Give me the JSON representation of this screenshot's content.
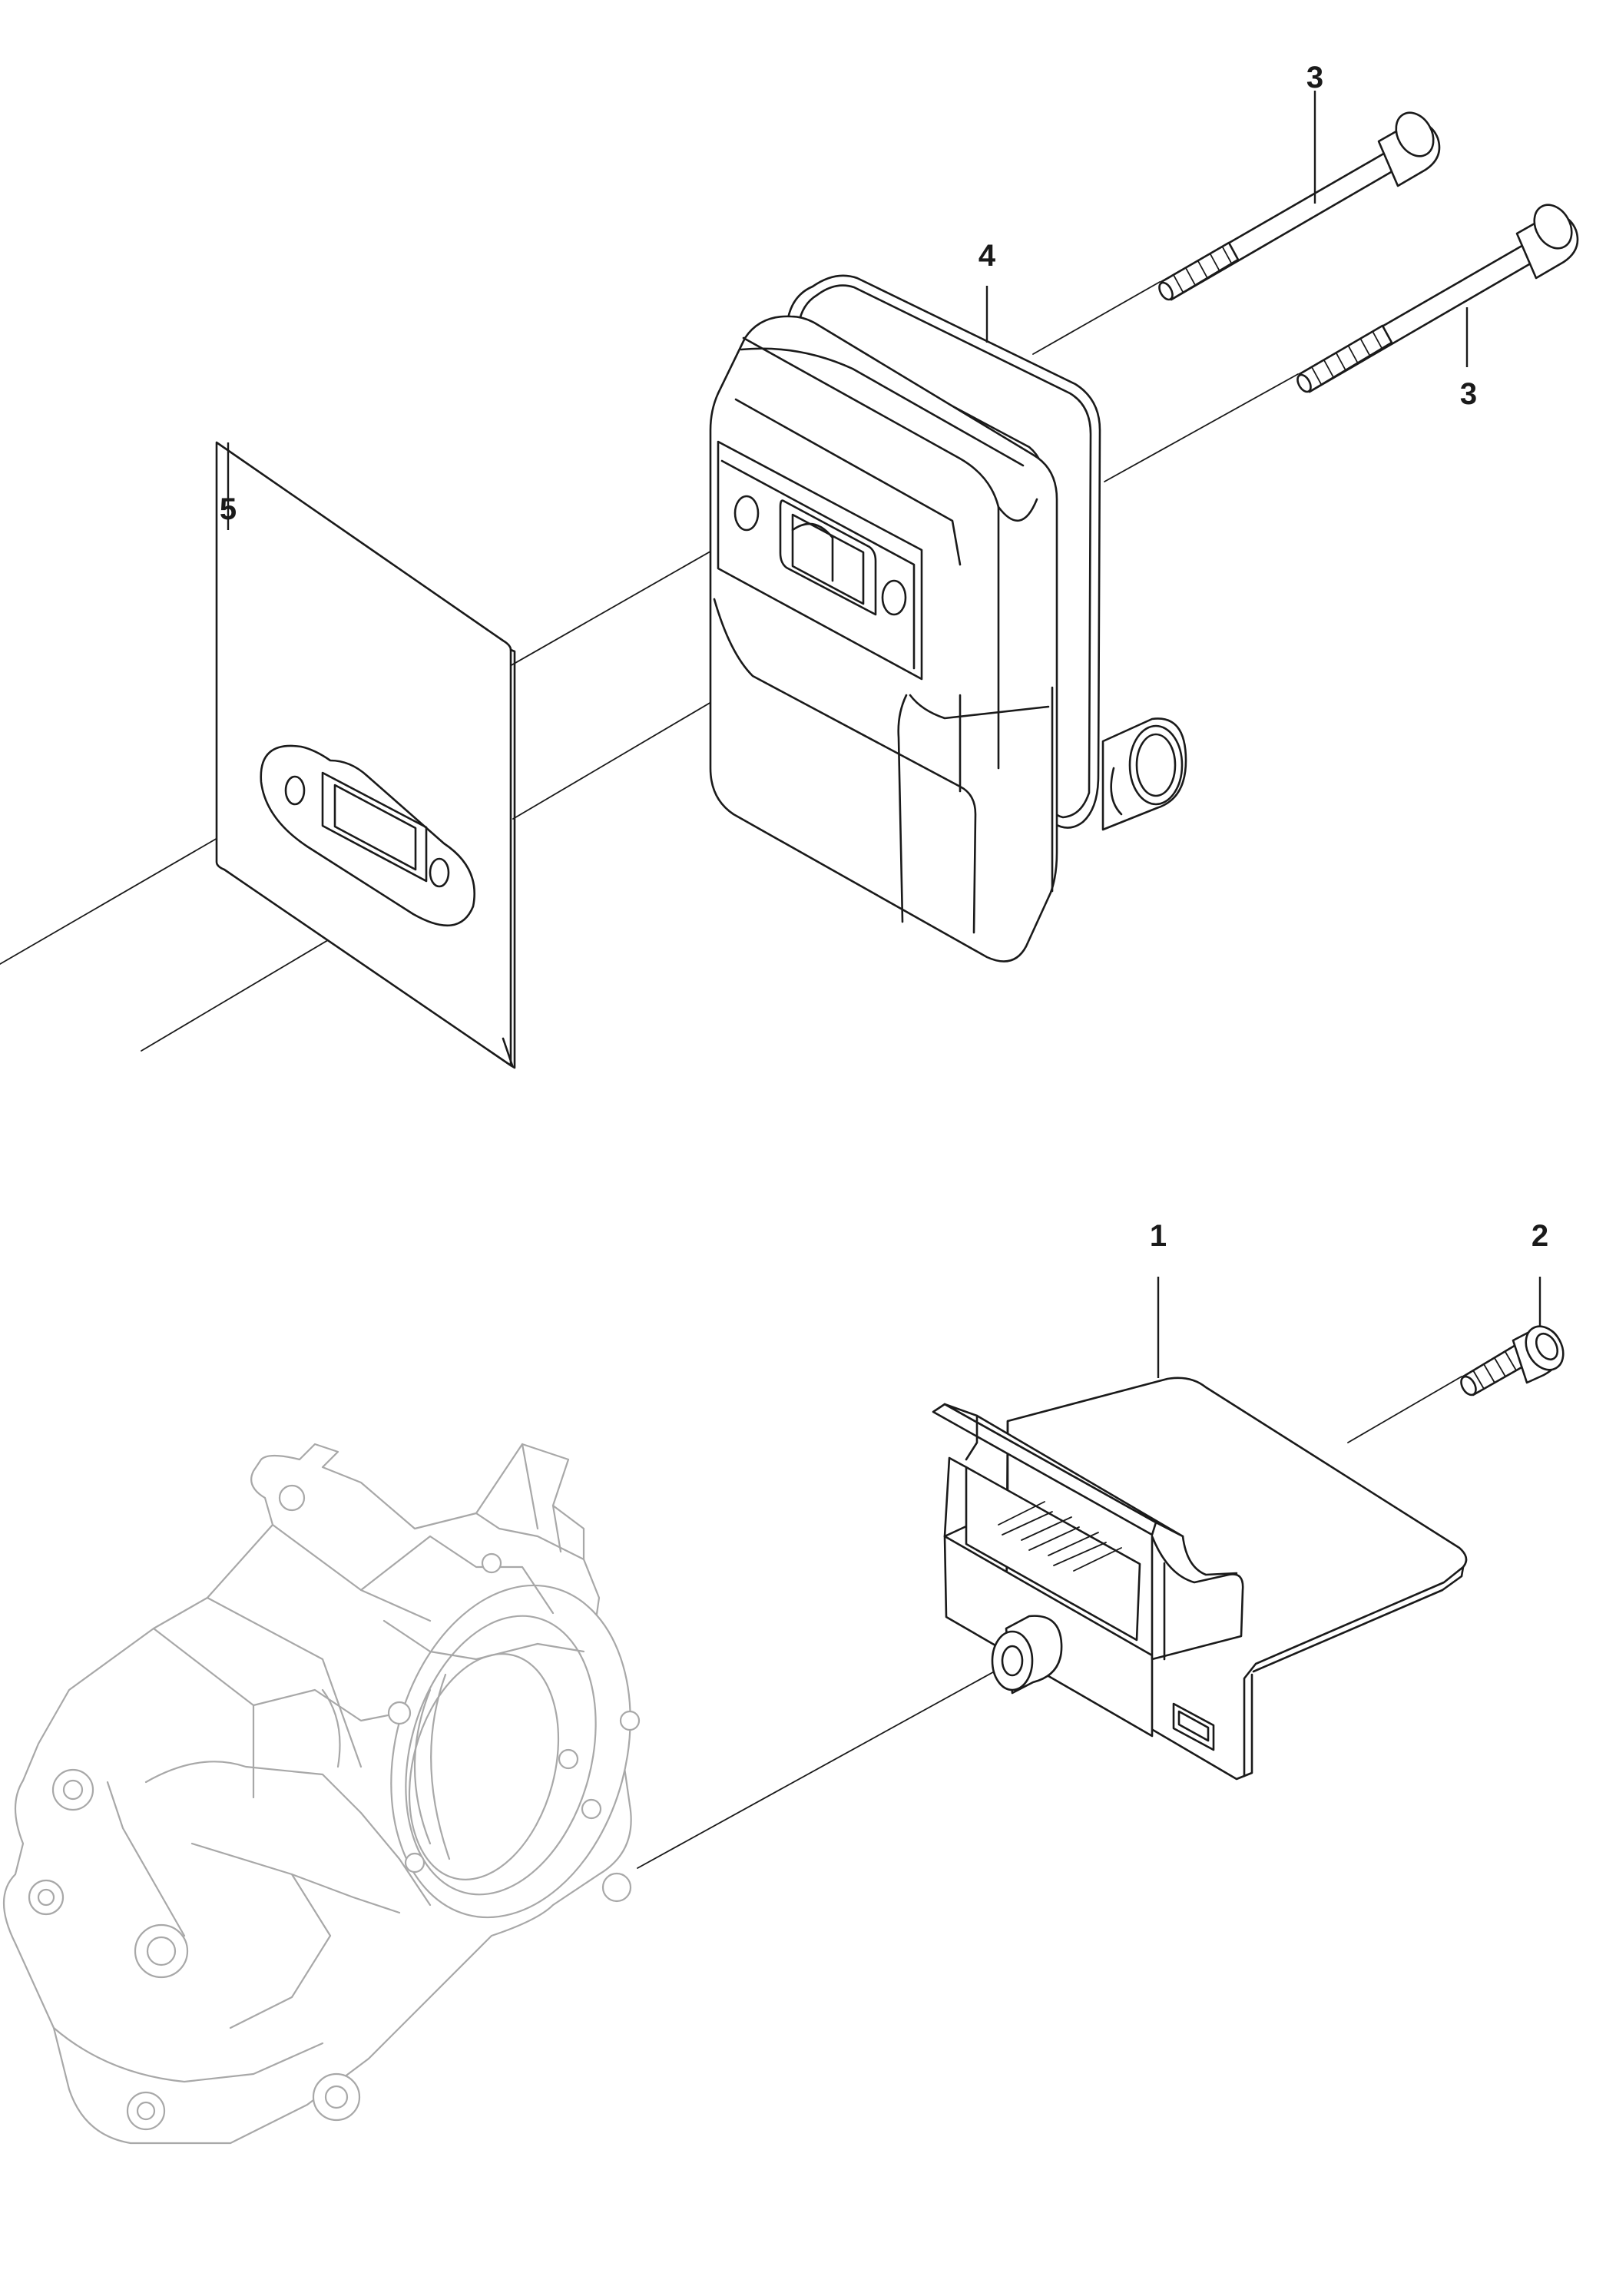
{
  "callouts": {
    "c1": "1",
    "c2": "2",
    "c3a": "3",
    "c3b": "3",
    "c4": "4",
    "c5": "5"
  },
  "colors": {
    "line": "#1a1a1a",
    "ghost": "#a8a8a8",
    "background": "#ffffff"
  }
}
